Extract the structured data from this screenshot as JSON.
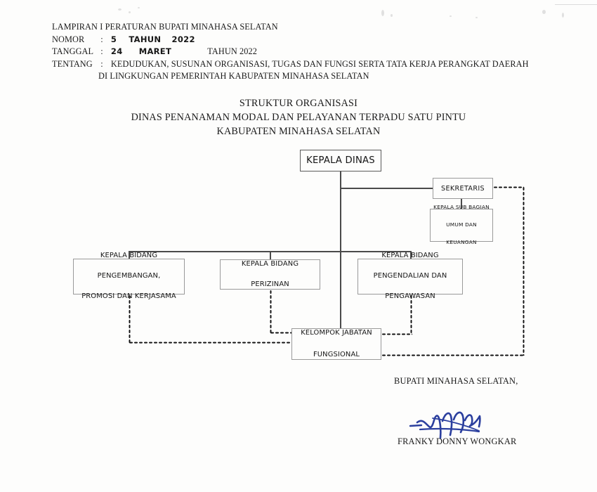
{
  "document": {
    "header": {
      "line1": "LAMPIRAN I PERATURAN BUPATI MINAHASA SELATAN",
      "nomor_label": "NOMOR",
      "nomor_colon": ":",
      "nomor_value": "5",
      "nomor_tahun_hand": "TAHUN",
      "nomor_year_hand": "2022",
      "tanggal_label": "TANGGAL",
      "tanggal_colon": ":",
      "tanggal_value": "24",
      "tanggal_month_hand": "MARET",
      "tanggal_tahun": "TAHUN 2022",
      "tentang_label": "TENTANG",
      "tentang_colon": ":",
      "tentang_line1": "KEDUDUKAN, SUSUNAN ORGANISASI, TUGAS DAN FUNGSI SERTA TATA KERJA PERANGKAT DAERAH",
      "tentang_line2": "DI LINGKUNGAN PEMERINTAH KABUPATEN MINAHASA SELATAN"
    },
    "title": {
      "line1": "STRUKTUR ORGANISASI",
      "line2": "DINAS PENANAMAN MODAL DAN PELAYANAN TERPADU SATU PINTU",
      "line3": "KABUPATEN MINAHASA SELATAN"
    },
    "signature": {
      "title": "BUPATI MINAHASA SELATAN,",
      "name": "FRANKY DONNY WONGKAR",
      "ink_color": "#2b3f9e"
    }
  },
  "chart_data": {
    "type": "diagram",
    "title": "STRUKTUR ORGANISASI DINAS PENANAMAN MODAL DAN PELAYANAN TERPADU SATU PINTU KABUPATEN MINAHASA SELATAN",
    "nodes": [
      {
        "id": "kepala_dinas",
        "label": "KEPALA DINAS",
        "level": 0
      },
      {
        "id": "sekretaris",
        "label": "SEKRETARIS",
        "level": 1
      },
      {
        "id": "sub_bagian",
        "label_line1": "KEPALA SUB BAGIAN",
        "label_line2": "UMUM DAN",
        "label_line3": "KEUANGAN",
        "level": 2
      },
      {
        "id": "bidang_pengembangan",
        "label_line1": "KEPALA BIDANG",
        "label_line2": "PENGEMBANGAN,",
        "label_line3": "PROMOSI DAN KERJASAMA",
        "level": 2
      },
      {
        "id": "bidang_perizinan",
        "label_line1": "KEPALA BIDANG",
        "label_line2": "PERIZINAN",
        "level": 2
      },
      {
        "id": "bidang_pengendalian",
        "label_line1": "KEPALA BIDANG",
        "label_line2": "PENGENDALIAN DAN",
        "label_line3": "PENGAWASAN",
        "level": 2
      },
      {
        "id": "kelompok_fungsional",
        "label_line1": "KELOMPOK JABATAN",
        "label_line2": "FUNGSIONAL",
        "level": 3
      }
    ],
    "edges": [
      {
        "from": "kepala_dinas",
        "to": "sekretaris",
        "style": "solid"
      },
      {
        "from": "sekretaris",
        "to": "sub_bagian",
        "style": "solid"
      },
      {
        "from": "kepala_dinas",
        "to": "bidang_pengembangan",
        "style": "solid"
      },
      {
        "from": "kepala_dinas",
        "to": "bidang_perizinan",
        "style": "solid"
      },
      {
        "from": "kepala_dinas",
        "to": "bidang_pengendalian",
        "style": "solid"
      },
      {
        "from": "kepala_dinas",
        "to": "kelompok_fungsional",
        "style": "solid"
      },
      {
        "from": "sekretaris",
        "to": "kelompok_fungsional",
        "style": "dotted"
      },
      {
        "from": "bidang_pengembangan",
        "to": "kelompok_fungsional",
        "style": "dotted"
      },
      {
        "from": "bidang_perizinan",
        "to": "kelompok_fungsional",
        "style": "dotted"
      },
      {
        "from": "bidang_pengendalian",
        "to": "kelompok_fungsional",
        "style": "dotted"
      }
    ]
  }
}
